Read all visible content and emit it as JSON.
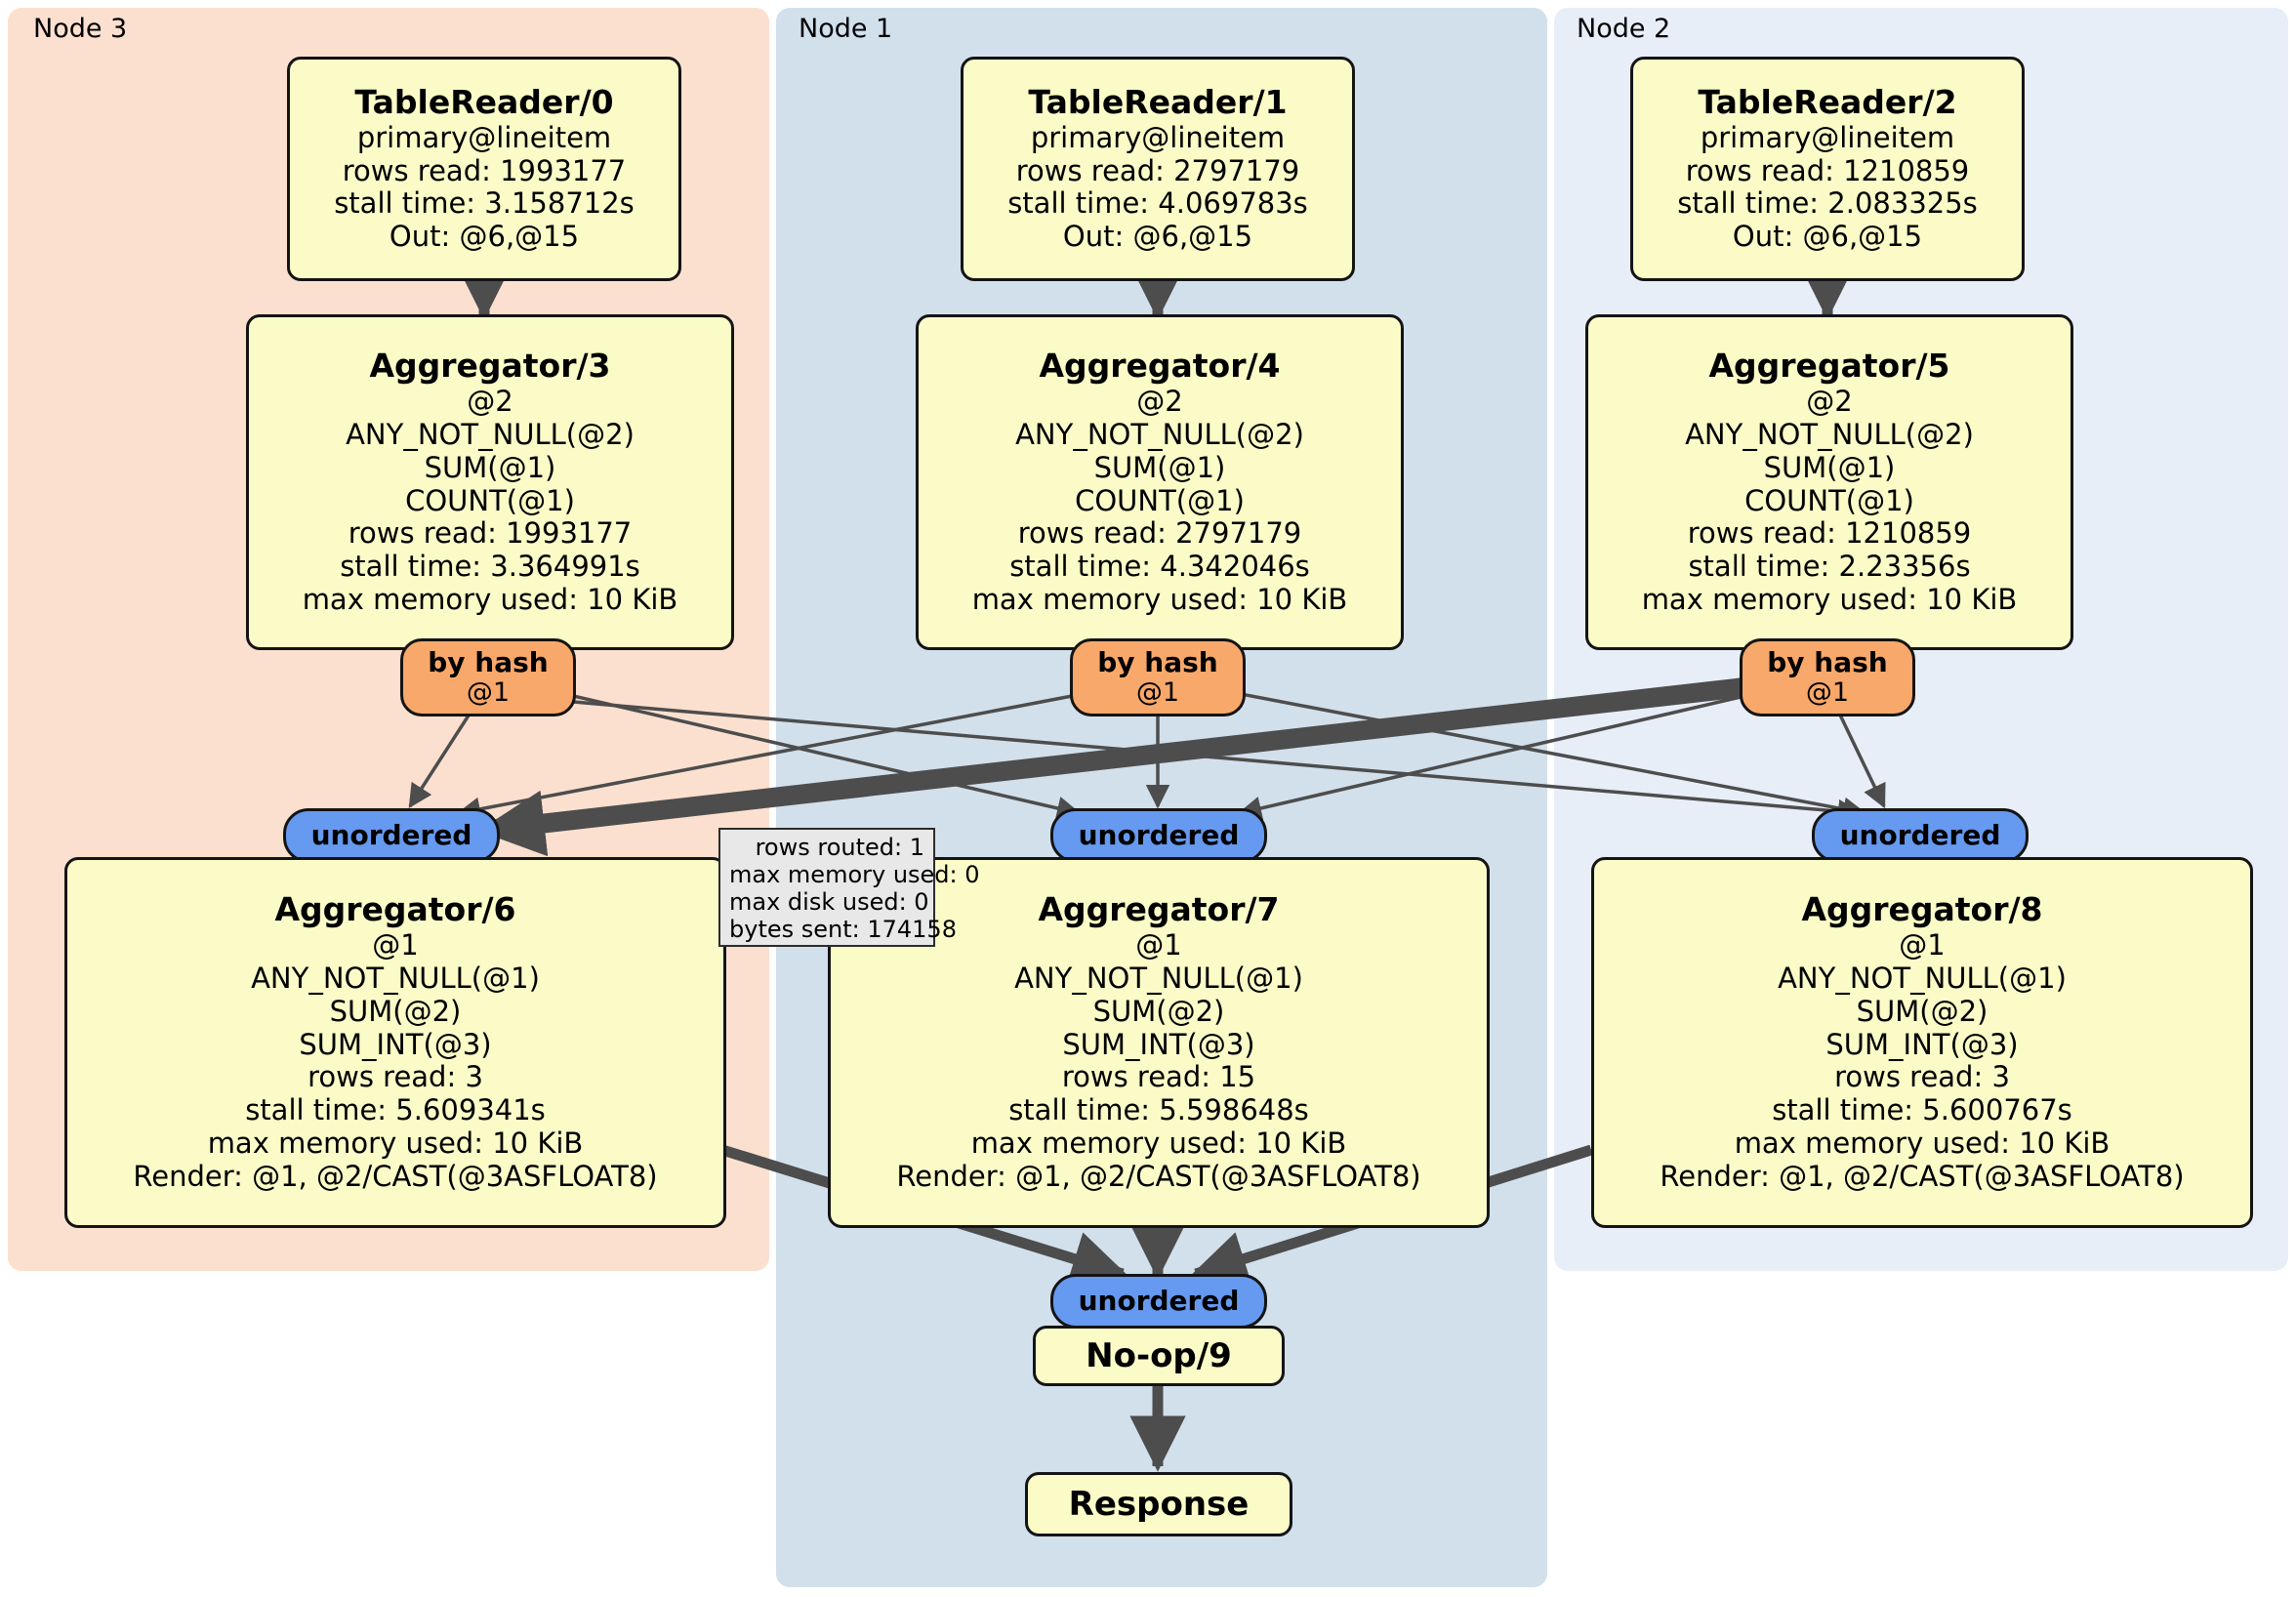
{
  "clusters": [
    {
      "label": "Node 3",
      "color": "#FBE0D0"
    },
    {
      "label": "Node 1",
      "color": "#D2E0EC"
    },
    {
      "label": "Node 2",
      "color": "#E8EEF8"
    }
  ],
  "palette": {
    "node_fill": "#FBFBC8",
    "node_stroke": "#141414",
    "hash_fill": "#F8A86A",
    "unordered_fill": "#6699F0",
    "statbox_fill": "#E8E8E8",
    "edge_color": "#4D4D4D"
  },
  "table_readers": [
    {
      "title": "TableReader/0",
      "lines": [
        "primary@lineitem",
        "rows read: 1993177",
        "stall time: 3.158712s",
        "Out: @6,@15"
      ]
    },
    {
      "title": "TableReader/1",
      "lines": [
        "primary@lineitem",
        "rows read: 2797179",
        "stall time: 4.069783s",
        "Out: @6,@15"
      ]
    },
    {
      "title": "TableReader/2",
      "lines": [
        "primary@lineitem",
        "rows read: 1210859",
        "stall time: 2.083325s",
        "Out: @6,@15"
      ]
    }
  ],
  "aggregators_top": [
    {
      "title": "Aggregator/3",
      "lines": [
        "@2",
        "ANY_NOT_NULL(@2)",
        "SUM(@1)",
        "COUNT(@1)",
        "rows read: 1993177",
        "stall time: 3.364991s",
        "max memory used: 10 KiB"
      ]
    },
    {
      "title": "Aggregator/4",
      "lines": [
        "@2",
        "ANY_NOT_NULL(@2)",
        "SUM(@1)",
        "COUNT(@1)",
        "rows read: 2797179",
        "stall time: 4.342046s",
        "max memory used: 10 KiB"
      ]
    },
    {
      "title": "Aggregator/5",
      "lines": [
        "@2",
        "ANY_NOT_NULL(@2)",
        "SUM(@1)",
        "COUNT(@1)",
        "rows read: 1210859",
        "stall time: 2.23356s",
        "max memory used: 10 KiB"
      ]
    }
  ],
  "hash_routers": [
    {
      "title": "by hash",
      "sub": "@1"
    },
    {
      "title": "by hash",
      "sub": "@1"
    },
    {
      "title": "by hash",
      "sub": "@1"
    }
  ],
  "unordered_mid": [
    {
      "label": "unordered"
    },
    {
      "label": "unordered"
    },
    {
      "label": "unordered"
    }
  ],
  "stat_box": {
    "lines": [
      "rows routed: 1",
      "max memory used: 0",
      "max disk used: 0",
      "bytes sent: 174158"
    ]
  },
  "aggregators_bottom": [
    {
      "title": "Aggregator/6",
      "lines": [
        "@1",
        "ANY_NOT_NULL(@1)",
        "SUM(@2)",
        "SUM_INT(@3)",
        "rows read: 3",
        "stall time: 5.609341s",
        "max memory used: 10 KiB",
        "Render: @1, @2/CAST(@3ASFLOAT8)"
      ]
    },
    {
      "title": "Aggregator/7",
      "lines": [
        "@1",
        "ANY_NOT_NULL(@1)",
        "SUM(@2)",
        "SUM_INT(@3)",
        "rows read: 15",
        "stall time: 5.598648s",
        "max memory used: 10 KiB",
        "Render: @1, @2/CAST(@3ASFLOAT8)"
      ]
    },
    {
      "title": "Aggregator/8",
      "lines": [
        "@1",
        "ANY_NOT_NULL(@1)",
        "SUM(@2)",
        "SUM_INT(@3)",
        "rows read: 3",
        "stall time: 5.600767s",
        "max memory used: 10 KiB",
        "Render: @1, @2/CAST(@3ASFLOAT8)"
      ]
    }
  ],
  "final_unordered": {
    "label": "unordered"
  },
  "noop": {
    "title": "No-op/9"
  },
  "response": {
    "title": "Response"
  }
}
